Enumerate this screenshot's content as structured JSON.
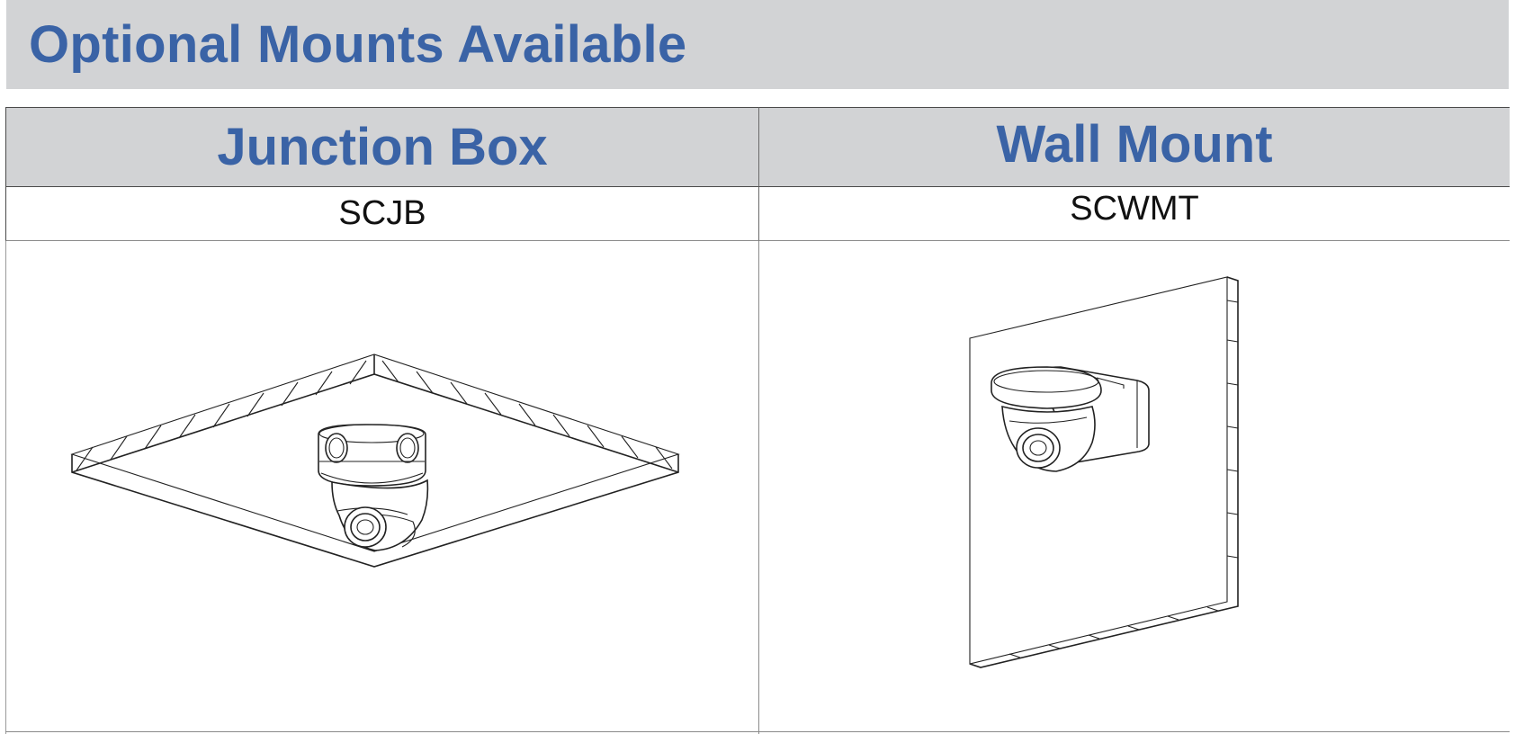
{
  "page": {
    "title": "Optional Mounts Available"
  },
  "mounts": [
    {
      "name": "Junction Box",
      "model": "SCJB",
      "illustration": "ceiling-junction-box-dome-camera"
    },
    {
      "name": "Wall Mount",
      "model": "SCWMT",
      "illustration": "wall-mount-dome-camera"
    }
  ],
  "colors": {
    "heading_blue": "#3a63a6",
    "header_gray": "#d2d3d5",
    "text_black": "#111111"
  }
}
